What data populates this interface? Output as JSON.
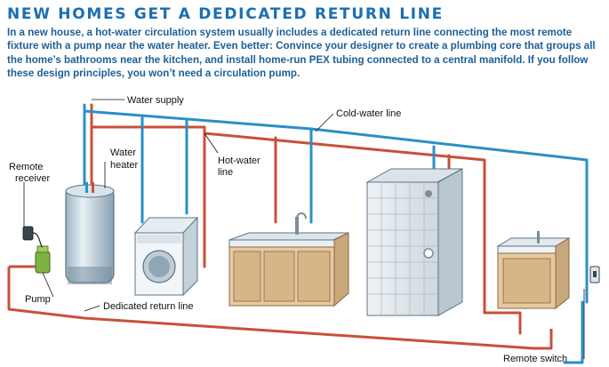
{
  "title": "NEW HOMES GET A DEDICATED RETURN LINE",
  "intro": "In a new house, a hot-water circulation system usually includes a dedicated return line connecting the most remote fixture with a pump near the water heater. Even better: Convince your designer to create a plumbing core that groups all the home’s bathrooms near the kitchen, and install home-run PEX tubing connected to a central manifold. If you follow these design principles, you won’t need a circulation pump.",
  "labels": {
    "water_supply": "Water supply",
    "cold_water_line": "Cold-water line",
    "remote_receiver_1": "Remote",
    "remote_receiver_2": "receiver",
    "water_heater_1": "Water",
    "water_heater_2": "heater",
    "hot_water_line_1": "Hot-water",
    "hot_water_line_2": "line",
    "pump": "Pump",
    "dedicated_return_line": "Dedicated return line",
    "remote_switch": "Remote switch"
  },
  "colors": {
    "title": "#1a6fb3",
    "intro": "#1d5f96",
    "cold_pipe": "#2a8fc9",
    "hot_pipe": "#c8503a",
    "pump": "#7cb342"
  }
}
